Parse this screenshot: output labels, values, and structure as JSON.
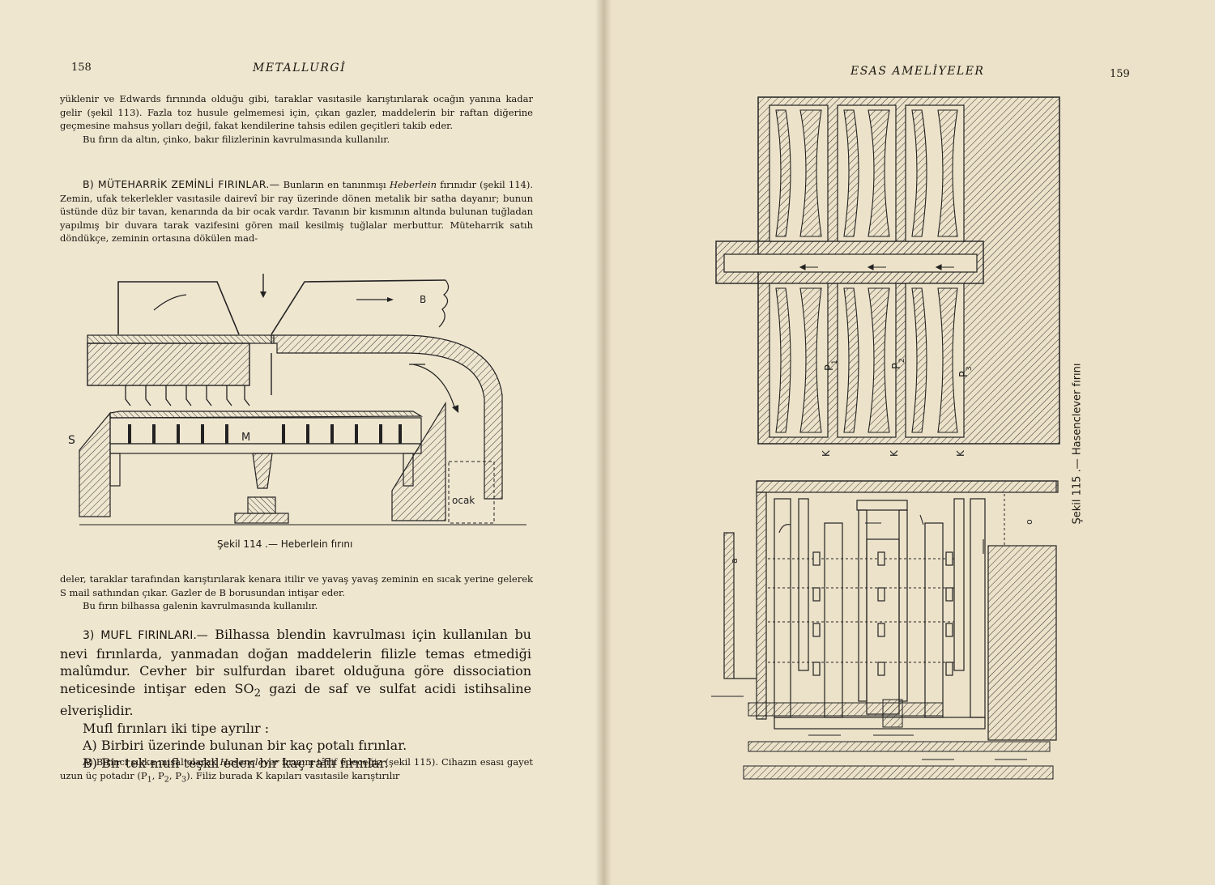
{
  "left_page": {
    "page_number": "158",
    "running_title": "METALLURGİ",
    "paragraphs": [
      "yüklenir ve Edwards fırınında olduğu gibi, taraklar vasıtasile karıştırılarak ocağın yanına kadar gelir (şekil 113). Fazla toz husule gelmemesi için, çıkan gazler, maddelerin bir raftan diğerine geçmesine mahsus yolları değil, fakat kendilerine tahsis edilen geçitleri takib eder.",
      "Bu fırın da altın, çinko, bakır filizlerinin kavrulmasında kullanılır."
    ],
    "section_b": {
      "heading": "B) MÜTEHARRİK ZEMİNLİ FIRINLAR.—",
      "text_1": " Bunların en tanınmışı ",
      "name": "Heberlein",
      "text_2": " fırınıdır (şekil 114). Zemin, ufak tekerlekler vasıtasile dairevî bir ray üzerinde dönen metalik bir satha dayanır; bunun üstünde düz bir tavan, kenarında da bir ocak vardır. Tavanın bir kısmının altında bulunan tuğladan yapılmış bir duvara tarak vazifesini gören mail kesilmiş tuğlalar merbuttur. Müteharrik satıh döndükçe, zeminin ortasına dökülen mad-"
    },
    "figure_114": {
      "caption": "Şekil 114 .— Heberlein fırını",
      "labels": {
        "b": "B",
        "s": "S",
        "m": "M",
        "ocak": "ocak"
      }
    },
    "after_figure": [
      "deler, taraklar tarafından karıştırılarak kenara itilir ve yavaş yavaş zeminin en sıcak yerine gelerek S mail sathından çıkar. Gazler de B borusundan intişar eder.",
      "Bu fırın bilhassa galenin kavrulmasında kullanılır."
    ],
    "section_3": {
      "heading": "3) MUFL FIRINLARI.—",
      "text_1": " Bilhassa blendin kavrulması için kullanılan bu nevi fırınlarda, yanmadan doğan maddelerin filizle temas etmediği malûmdur. Cevher bir sulfurdan ibaret olduğuna göre dissociation neticesinde intişar eden SO",
      "subscript": "2",
      "text_2": " gazi de saf ve sulfat acidi istihsaline elverişlidir.",
      "line_types": "Mufl fırınları iki tipe ayrılır :",
      "line_a": "A) Birbiri üzerinde bulunan bir kaç potalı fırınlar.",
      "line_b": "B) Bir tek mufl teşkil eden bir kaç raflı fırınlar."
    },
    "footer_para": {
      "text_1": "A) Birinci şıkka misal olarak ",
      "name": "Hasenclever",
      "text_2": " fırınını târif edeceğiz (şekil 115). Cihazın esası gayet uzun üç potadır (P",
      "s1": "1",
      "sep1": ", P",
      "s2": "2",
      "sep2": ", P",
      "s3": "3",
      "text_3": "). Filiz burada K kapıları vasıtasile karıştırılır"
    }
  },
  "right_page": {
    "page_number": "159",
    "running_title": "ESAS AMELİYELER",
    "figure_115": {
      "caption": "Şekil 115 .— Hasenclever fırını",
      "labels": {
        "p1": "P",
        "p1_sub": "1",
        "p2": "P",
        "p2_sub": "2",
        "p3": "P",
        "p3_sub": "3",
        "k1": "K",
        "k2": "K",
        "k3": "K",
        "a": "a",
        "o": "o"
      }
    }
  }
}
